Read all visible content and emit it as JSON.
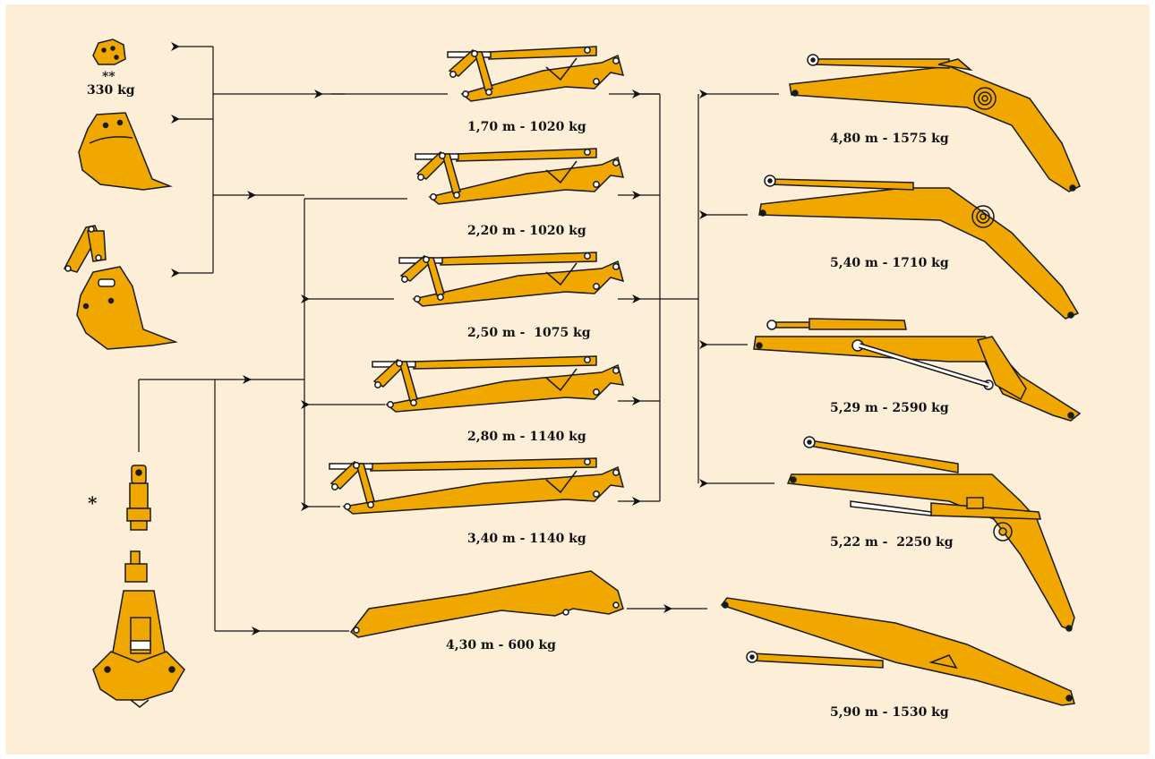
{
  "colors": {
    "background": "#fdeed8",
    "part_fill": "#f0a800",
    "part_stroke": "#1a1a1a",
    "line": "#111111"
  },
  "labels": {
    "arm_170": "1,70 m - 1020 kg",
    "arm_220": "2,20 m - 1020 kg",
    "arm_250": "2,50 m -  1075 kg",
    "arm_280": "2,80 m - 1140 kg",
    "arm_340": "3,40 m - 1140 kg",
    "arm_430": "4,30 m - 600 kg",
    "boom_480": "4,80 m - 1575 kg",
    "boom_540": "5,40 m - 1710 kg",
    "boom_529": "5,29 m - 2590 kg",
    "boom_522": "5,22 m -  2250 kg",
    "boom_590": "5,90 m - 1530 kg",
    "quick_coupler_weight": "330 kg",
    "double_asterisk": "**",
    "single_asterisk": "*"
  },
  "icons": {
    "attachments": [
      "quick-coupler-icon",
      "bucket-icon",
      "bucket-linkage-icon",
      "ditch-bucket-icon",
      "adapter-icon",
      "clamshell-grab-icon"
    ],
    "arms": [
      "short-arm-icon",
      "medium-arm-icon",
      "long-arm-icon",
      "extended-arm-icon",
      "straight-extension-arm-icon"
    ],
    "booms": [
      "mono-boom-icon",
      "mono-boom-long-icon",
      "adjustable-boom-icon",
      "triple-boom-icon",
      "straight-long-boom-icon"
    ]
  }
}
